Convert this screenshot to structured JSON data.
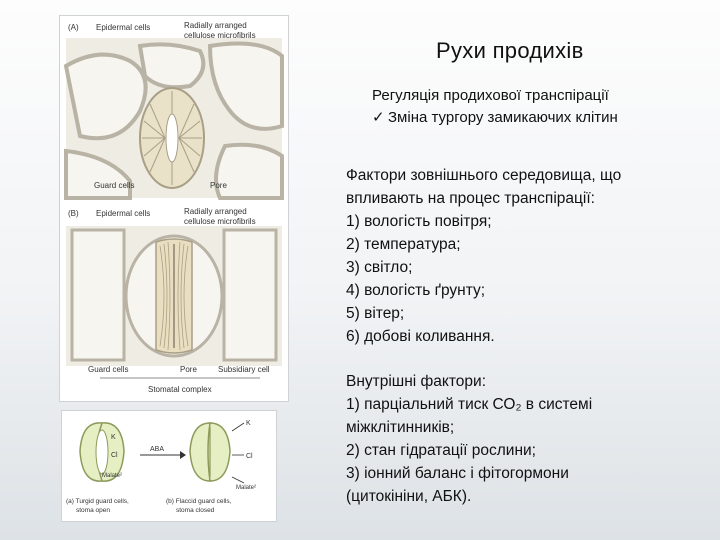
{
  "slide": {
    "title": "Рухи продихів",
    "subtitle": "Регуляція продихової транспірації",
    "check_item": "Зміна тургору замикаючих клітин",
    "external": {
      "heading_lines": [
        "Фактори зовнішнього середовища, що",
        "впливають на процес транспірації:"
      ],
      "items": [
        "1) вологість повітря;",
        "2) температура;",
        "3) світло;",
        "4) вологість ґрунту;",
        "5) вітер;",
        "6) добові коливання."
      ]
    },
    "internal": {
      "heading": "Внутрішні фактори:",
      "lines": [
        "1) парціальний тиск СО₂ в системі",
        "міжклітинників;",
        "2) стан гідратації рослини;",
        "3) іонний баланс і фітогормони",
        "(цитокініни, АБК)."
      ]
    }
  },
  "figure_top": {
    "A": {
      "tag": "(A)",
      "epidermal": "Epidermal cells",
      "radial_1": "Radially arranged",
      "radial_2": "cellulose microfibrils",
      "guard": "Guard cells",
      "pore": "Pore"
    },
    "B": {
      "tag": "(B)",
      "epidermal": "Epidermal cells",
      "radial_1": "Radially arranged",
      "radial_2": "cellulose microfibrils",
      "guard": "Guard cells",
      "pore": "Pore",
      "subsidiary": "Subsidiary cell",
      "complex": "Stomatal complex"
    }
  },
  "figure_bottom": {
    "k": "K",
    "cl": "Cl",
    "aba": "ABA",
    "malate": "Malate²",
    "k2": "K",
    "cl2": "Cl",
    "malate2": "Malate²",
    "caption_a_1": "(a) Turgid guard cells,",
    "caption_a_2": "stoma open",
    "caption_b_1": "(b) Flaccid guard cells,",
    "caption_b_2": "stoma closed"
  },
  "colors": {
    "cell_wall": "#b9b3a6",
    "guard_cell": "#e9e2c8",
    "guard_green": "#d8e7b0",
    "accent_text": "#111111"
  }
}
